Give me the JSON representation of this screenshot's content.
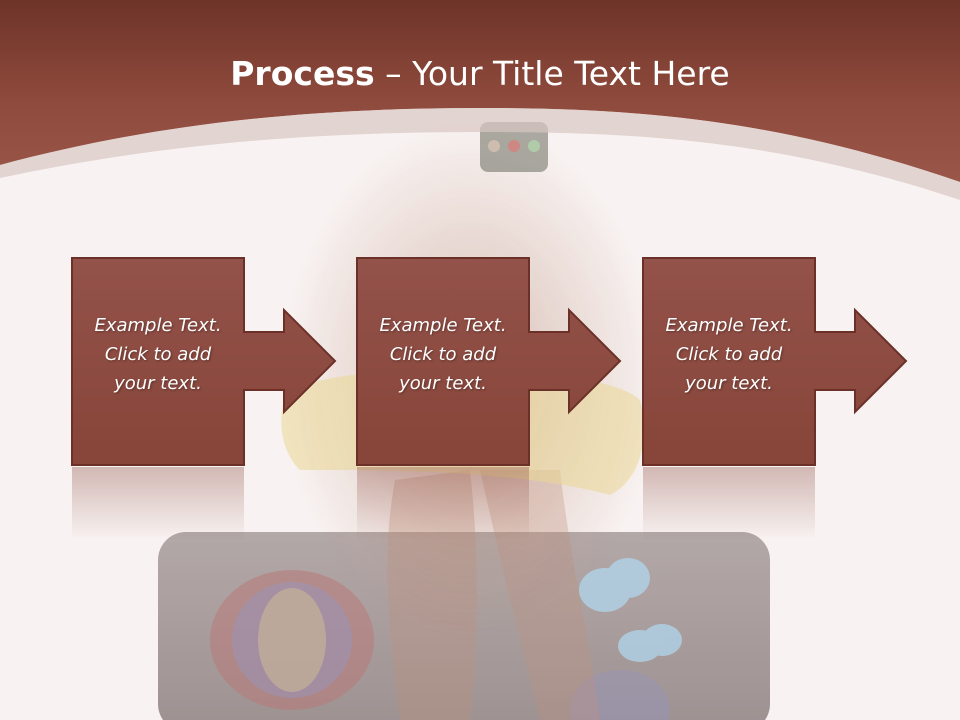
{
  "slide": {
    "title_bold": "Process",
    "title_rest": " – Your Title Text Here",
    "steps": [
      {
        "lines": [
          "Example Text.",
          "Click  to add",
          "your text."
        ]
      },
      {
        "lines": [
          "Example Text.",
          "Click  to add",
          "your text."
        ]
      },
      {
        "lines": [
          "Example Text.",
          "Click  to add",
          "your text."
        ]
      }
    ]
  },
  "colors": {
    "header": "#8e4a3c",
    "box_fill": "#8d4b41",
    "box_border": "#6b3129",
    "background": "#f8f3f2"
  }
}
